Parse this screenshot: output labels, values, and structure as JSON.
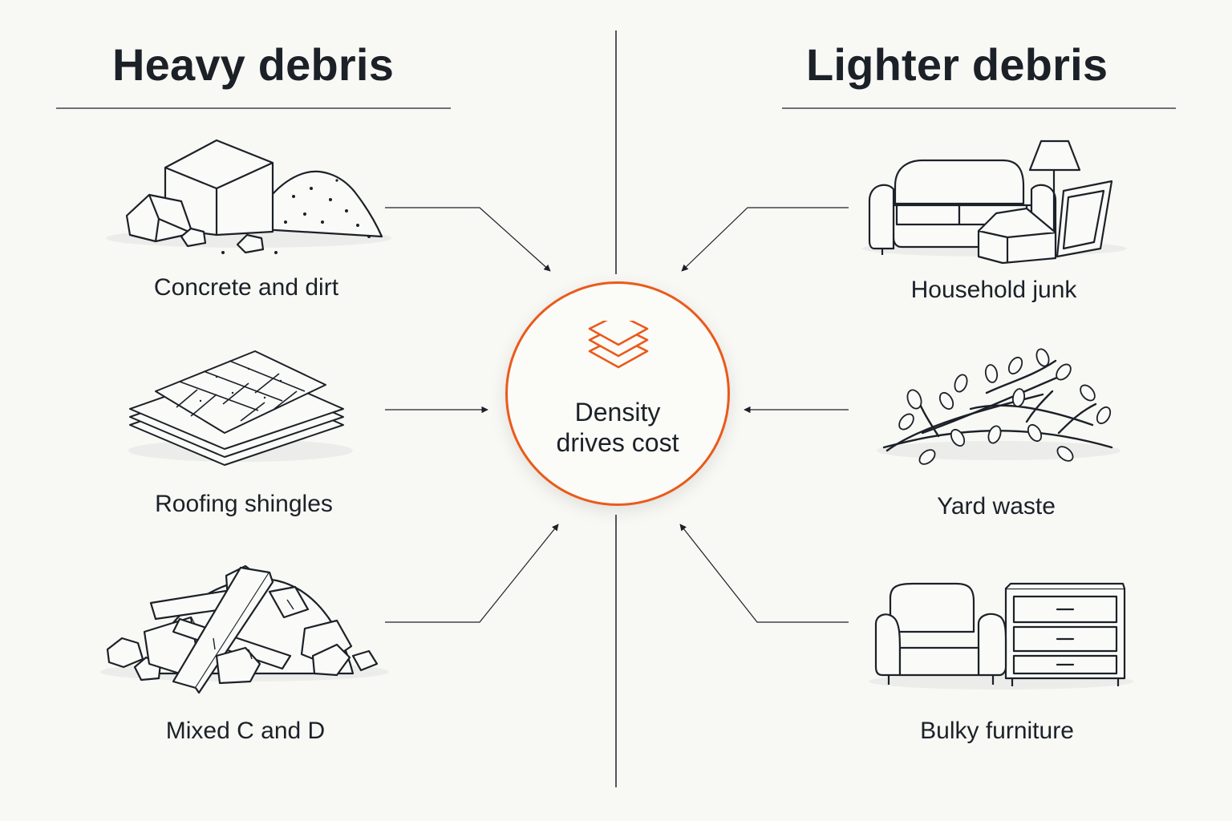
{
  "left_column": {
    "heading": "Heavy debris",
    "items": [
      {
        "label": "Concrete and dirt",
        "icon": "concrete-dirt-icon"
      },
      {
        "label": "Roofing shingles",
        "icon": "roofing-shingles-icon"
      },
      {
        "label": "Mixed C and D",
        "icon": "mixed-debris-icon"
      }
    ]
  },
  "right_column": {
    "heading": "Lighter debris",
    "items": [
      {
        "label": "Household junk",
        "icon": "household-junk-icon"
      },
      {
        "label": "Yard waste",
        "icon": "yard-waste-icon"
      },
      {
        "label": "Bulky furniture",
        "icon": "bulky-furniture-icon"
      }
    ]
  },
  "center": {
    "line1": "Density",
    "line2": "drives cost",
    "icon": "layers-icon"
  },
  "colors": {
    "accent": "#ea5a1a",
    "ink": "#1c2128",
    "background": "#f8f8f5"
  }
}
